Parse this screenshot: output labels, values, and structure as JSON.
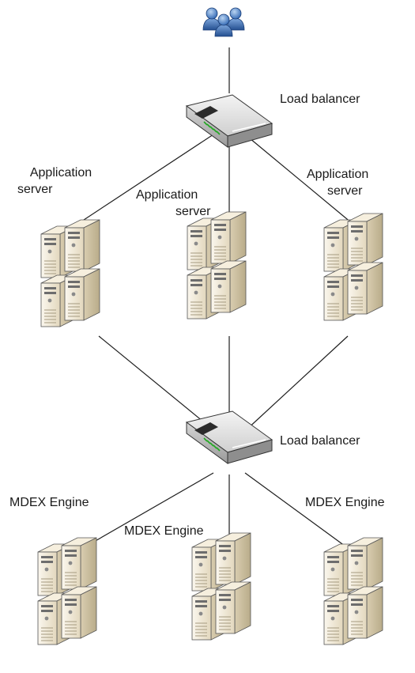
{
  "labels": {
    "load_balancer_top": "Load balancer",
    "load_balancer_bottom": "Load balancer",
    "app_server_left": [
      "Application",
      "server"
    ],
    "app_server_middle": [
      "Application",
      "server"
    ],
    "app_server_right": [
      "Application",
      "server"
    ],
    "mdex_left": "MDEX Engine",
    "mdex_middle": "MDEX Engine",
    "mdex_right": "MDEX Engine"
  },
  "icons": {
    "users": "users-icon",
    "load_balancer": "load-balancer-icon",
    "server": "server-stack-icon"
  },
  "colors": {
    "line": "#1e1e1e",
    "server_face": "#ece3cf",
    "server_side": "#cbbf9f",
    "user": "#3d78c4"
  }
}
